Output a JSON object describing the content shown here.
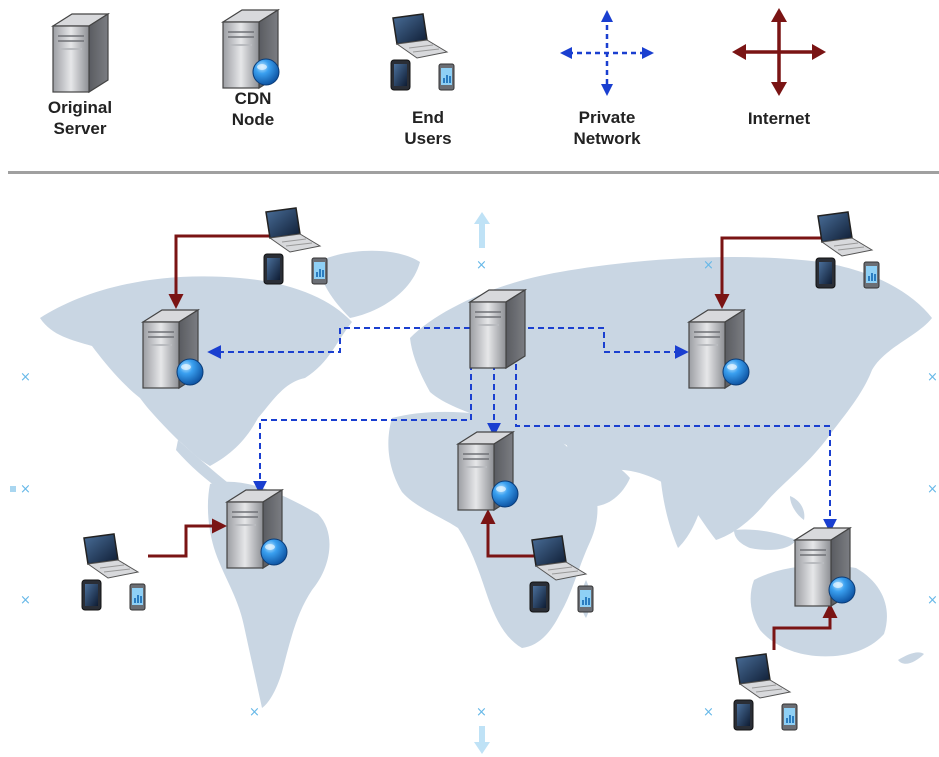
{
  "legend": {
    "original_server": {
      "line1": "Original",
      "line2": "Server"
    },
    "cdn_node": {
      "line1": "CDN",
      "line2": "Node"
    },
    "end_users": {
      "line1": "End",
      "line2": "Users"
    },
    "private_network": {
      "line1": "Private",
      "line2": "Network"
    },
    "internet": {
      "line1": "Internet"
    }
  },
  "colors": {
    "private_network": "#1a3fd0",
    "internet": "#7a1414",
    "map": "#c9d6e3",
    "globe": "#1e7fd8",
    "selection_handle": "#66b8e8"
  },
  "icons": {
    "original_server": "server-icon",
    "cdn_node": "server-globe-icon",
    "end_users": "laptop-tablet-phone-icon",
    "private_network": "dashed-blue-four-way-arrow-icon",
    "internet": "red-four-way-arrow-icon"
  },
  "diagram": {
    "nodes": [
      {
        "id": "origin-europe",
        "type": "original_server",
        "region": "Europe"
      },
      {
        "id": "cdn-north-america",
        "type": "cdn_node",
        "region": "North America"
      },
      {
        "id": "cdn-asia",
        "type": "cdn_node",
        "region": "Asia"
      },
      {
        "id": "cdn-south-america",
        "type": "cdn_node",
        "region": "South America"
      },
      {
        "id": "cdn-africa",
        "type": "cdn_node",
        "region": "Africa"
      },
      {
        "id": "cdn-australia",
        "type": "cdn_node",
        "region": "Australia"
      },
      {
        "id": "users-north-america",
        "type": "end_users",
        "region": "North America"
      },
      {
        "id": "users-asia",
        "type": "end_users",
        "region": "Asia"
      },
      {
        "id": "users-south-america",
        "type": "end_users",
        "region": "South America"
      },
      {
        "id": "users-africa",
        "type": "end_users",
        "region": "Africa"
      },
      {
        "id": "users-australia",
        "type": "end_users",
        "region": "Australia"
      }
    ],
    "edges": [
      {
        "from": "origin-europe",
        "to": "cdn-north-america",
        "kind": "private_network"
      },
      {
        "from": "origin-europe",
        "to": "cdn-asia",
        "kind": "private_network"
      },
      {
        "from": "origin-europe",
        "to": "cdn-south-america",
        "kind": "private_network"
      },
      {
        "from": "origin-europe",
        "to": "cdn-africa",
        "kind": "private_network"
      },
      {
        "from": "origin-europe",
        "to": "cdn-australia",
        "kind": "private_network"
      },
      {
        "from": "users-north-america",
        "to": "cdn-north-america",
        "kind": "internet"
      },
      {
        "from": "users-asia",
        "to": "cdn-asia",
        "kind": "internet"
      },
      {
        "from": "users-south-america",
        "to": "cdn-south-america",
        "kind": "internet"
      },
      {
        "from": "users-africa",
        "to": "cdn-africa",
        "kind": "internet"
      },
      {
        "from": "users-australia",
        "to": "cdn-australia",
        "kind": "internet"
      }
    ]
  }
}
